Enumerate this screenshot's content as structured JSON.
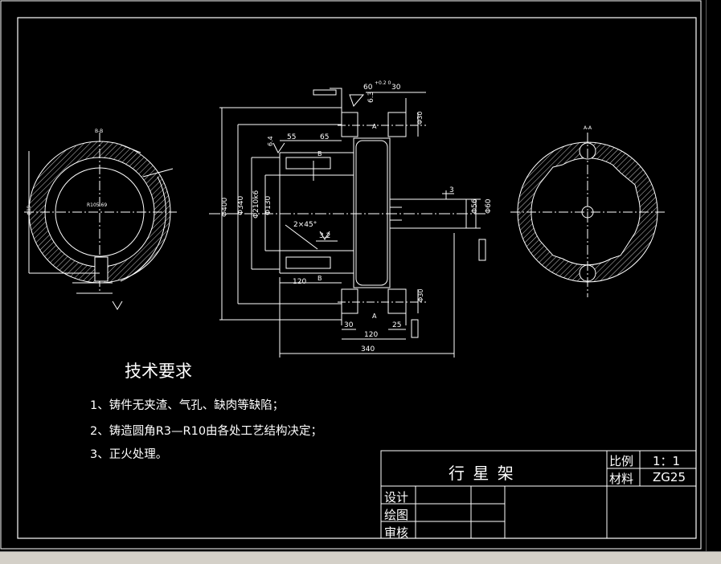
{
  "drawing": {
    "background": "#000000",
    "line_color": "#ffffff",
    "section_bb": "B-B",
    "section_aa": "A-A",
    "left_view_label": "R105.69",
    "left_dim_left": "Φ89",
    "main_dims": {
      "top_60": "60",
      "top_tol": "+0.2\n0",
      "top_30": "30",
      "d400": "Φ400",
      "d340": "Φ340",
      "d210": "Φ210k6",
      "d130": "Φ130",
      "d55": "55",
      "d65": "65",
      "chamfer": "2×45°",
      "rough32": "3.2",
      "d120a": "120",
      "d120b": "120",
      "d340h": "340",
      "d30a": "30",
      "d25": "25",
      "d56": "Φ56",
      "d60": "Φ60",
      "phi30a": "Φ30",
      "phi30b": "Φ30",
      "rough63": "6.3",
      "roughA": "6.4",
      "three": "3",
      "letter_a_top": "A",
      "letter_a_bot": "A",
      "letter_b_top": "B",
      "letter_b_bot": "B"
    }
  },
  "tech_req": {
    "title": "技术要求",
    "items": [
      "1、铸件无夹渣、气孔、缺肉等缺陷；",
      "2、铸造圆角R3—R10由各处工艺结构决定；",
      "3、正火处理。"
    ]
  },
  "title_block": {
    "part_name": "行 星 架",
    "scale_label": "比例",
    "scale_value": "1：1",
    "material_label": "材料",
    "material_value": "ZG25",
    "design": "设计",
    "drawing": "绘图",
    "review": "审核"
  }
}
